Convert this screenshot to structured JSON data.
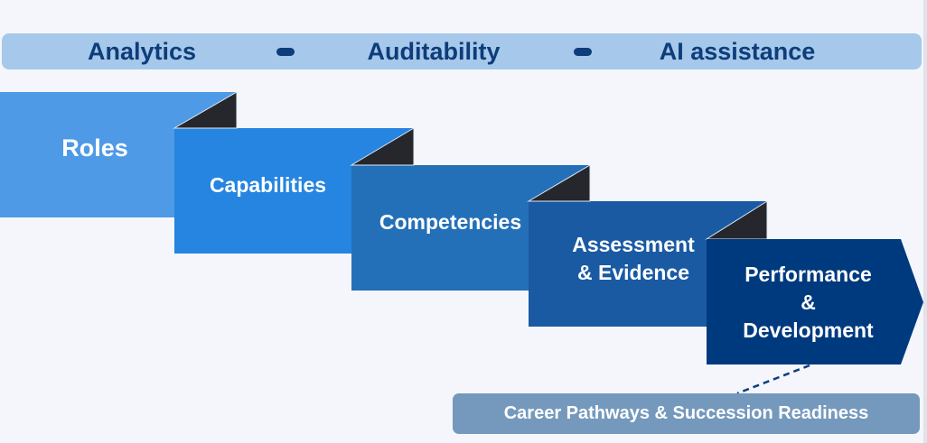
{
  "banner": {
    "items": [
      "Analytics",
      "Auditability",
      "AI assistance"
    ],
    "separator_icon": "dash-separator"
  },
  "steps": [
    {
      "label": "Roles",
      "color": "#4e9ae6"
    },
    {
      "label": "Capabilities",
      "color": "#2585e0"
    },
    {
      "label": "Competencies",
      "color": "#2470b8"
    },
    {
      "label_lines": [
        "Assessment",
        "& Evidence"
      ],
      "color": "#1a5aa3"
    },
    {
      "label_lines": [
        "Performance",
        "&",
        "Development"
      ],
      "color": "#003a7e"
    }
  ],
  "fold_color": "#26272c",
  "outcome": {
    "label": "Career Pathways & Succession Readiness",
    "color": "#7499bd"
  },
  "colors": {
    "banner_bg": "#a6c8ea",
    "banner_text": "#0d3d7a",
    "page_bg": "#f4f6fb"
  }
}
